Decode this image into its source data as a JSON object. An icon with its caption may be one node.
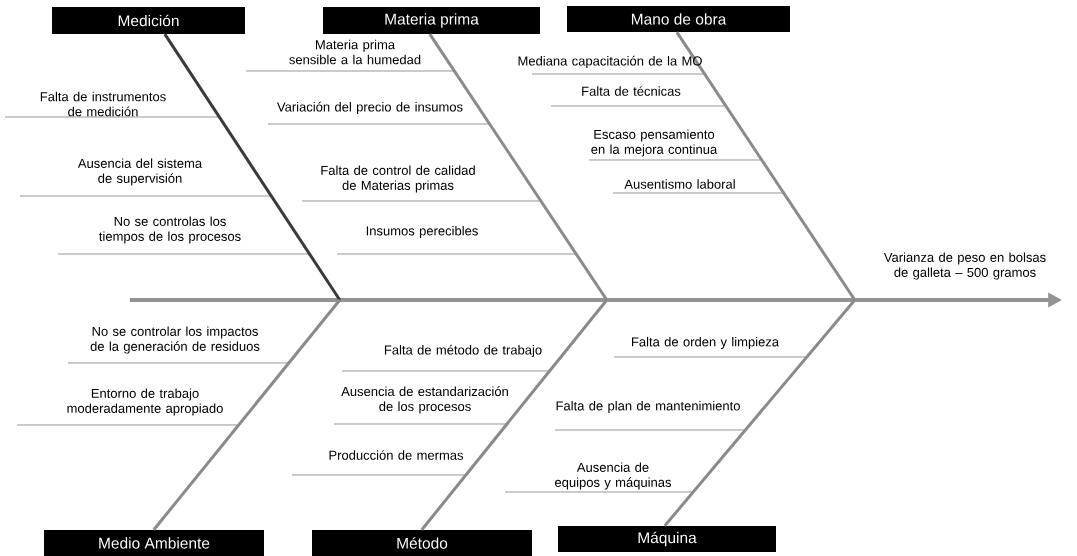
{
  "diagram": {
    "nodes": [
      {
        "text": [
          "Medición"
        ]
      },
      {
        "text": [
          "Materia prima"
        ]
      },
      {
        "text": [
          "Mano de obra"
        ]
      },
      {
        "text": [
          "Varianza de peso en bolsas de galleta – 500 gramos"
        ]
      },
      {
        "text": [
          "Medio Ambiente"
        ]
      },
      {
        "text": [
          "Método"
        ]
      },
      {
        "text": [
          "Máquina"
        ]
      },
      {
        "text": [],
        "shape": "bar"
      }
    ],
    "edges": [
      {
        "from": 0,
        "to": 7,
        "arrow": "none",
        "color": "#3a3a3a"
      },
      {
        "from": 1,
        "to": 7,
        "arrow": "none"
      },
      {
        "from": 2,
        "to": 7,
        "arrow": "none"
      },
      {
        "from": 4,
        "to": 7,
        "arrow": "none"
      },
      {
        "from": 5,
        "to": 7,
        "arrow": "none"
      },
      {
        "from": 6,
        "to": 7,
        "arrow": "none"
      }
    ],
    "labels": [
      "Falta de instrumentos de medición",
      "Ausencia del sistema de supervisión",
      "No se controlas los tiempos de los procesos",
      "Materia prima sensible a la humedad",
      "Variación del precio de insumos",
      "Falta de control de calidad de Materias primas",
      "Insumos perecibles",
      "Mediana capacitación de la MO",
      "Falta de técnicas",
      "Escaso pensamiento en la mejora continua",
      "Ausentismo laboral",
      "No se controlar los impactos de la generación de residuos",
      "Entorno de trabajo moderadamente apropiado",
      "Falta de método de trabajo",
      "Ausencia de estandarización de los procesos",
      "Producción de mermas",
      "Falta de orden y limpieza",
      "Falta de plan de mantenimiento",
      "Ausencia de equipos y máquinas"
    ]
  }
}
